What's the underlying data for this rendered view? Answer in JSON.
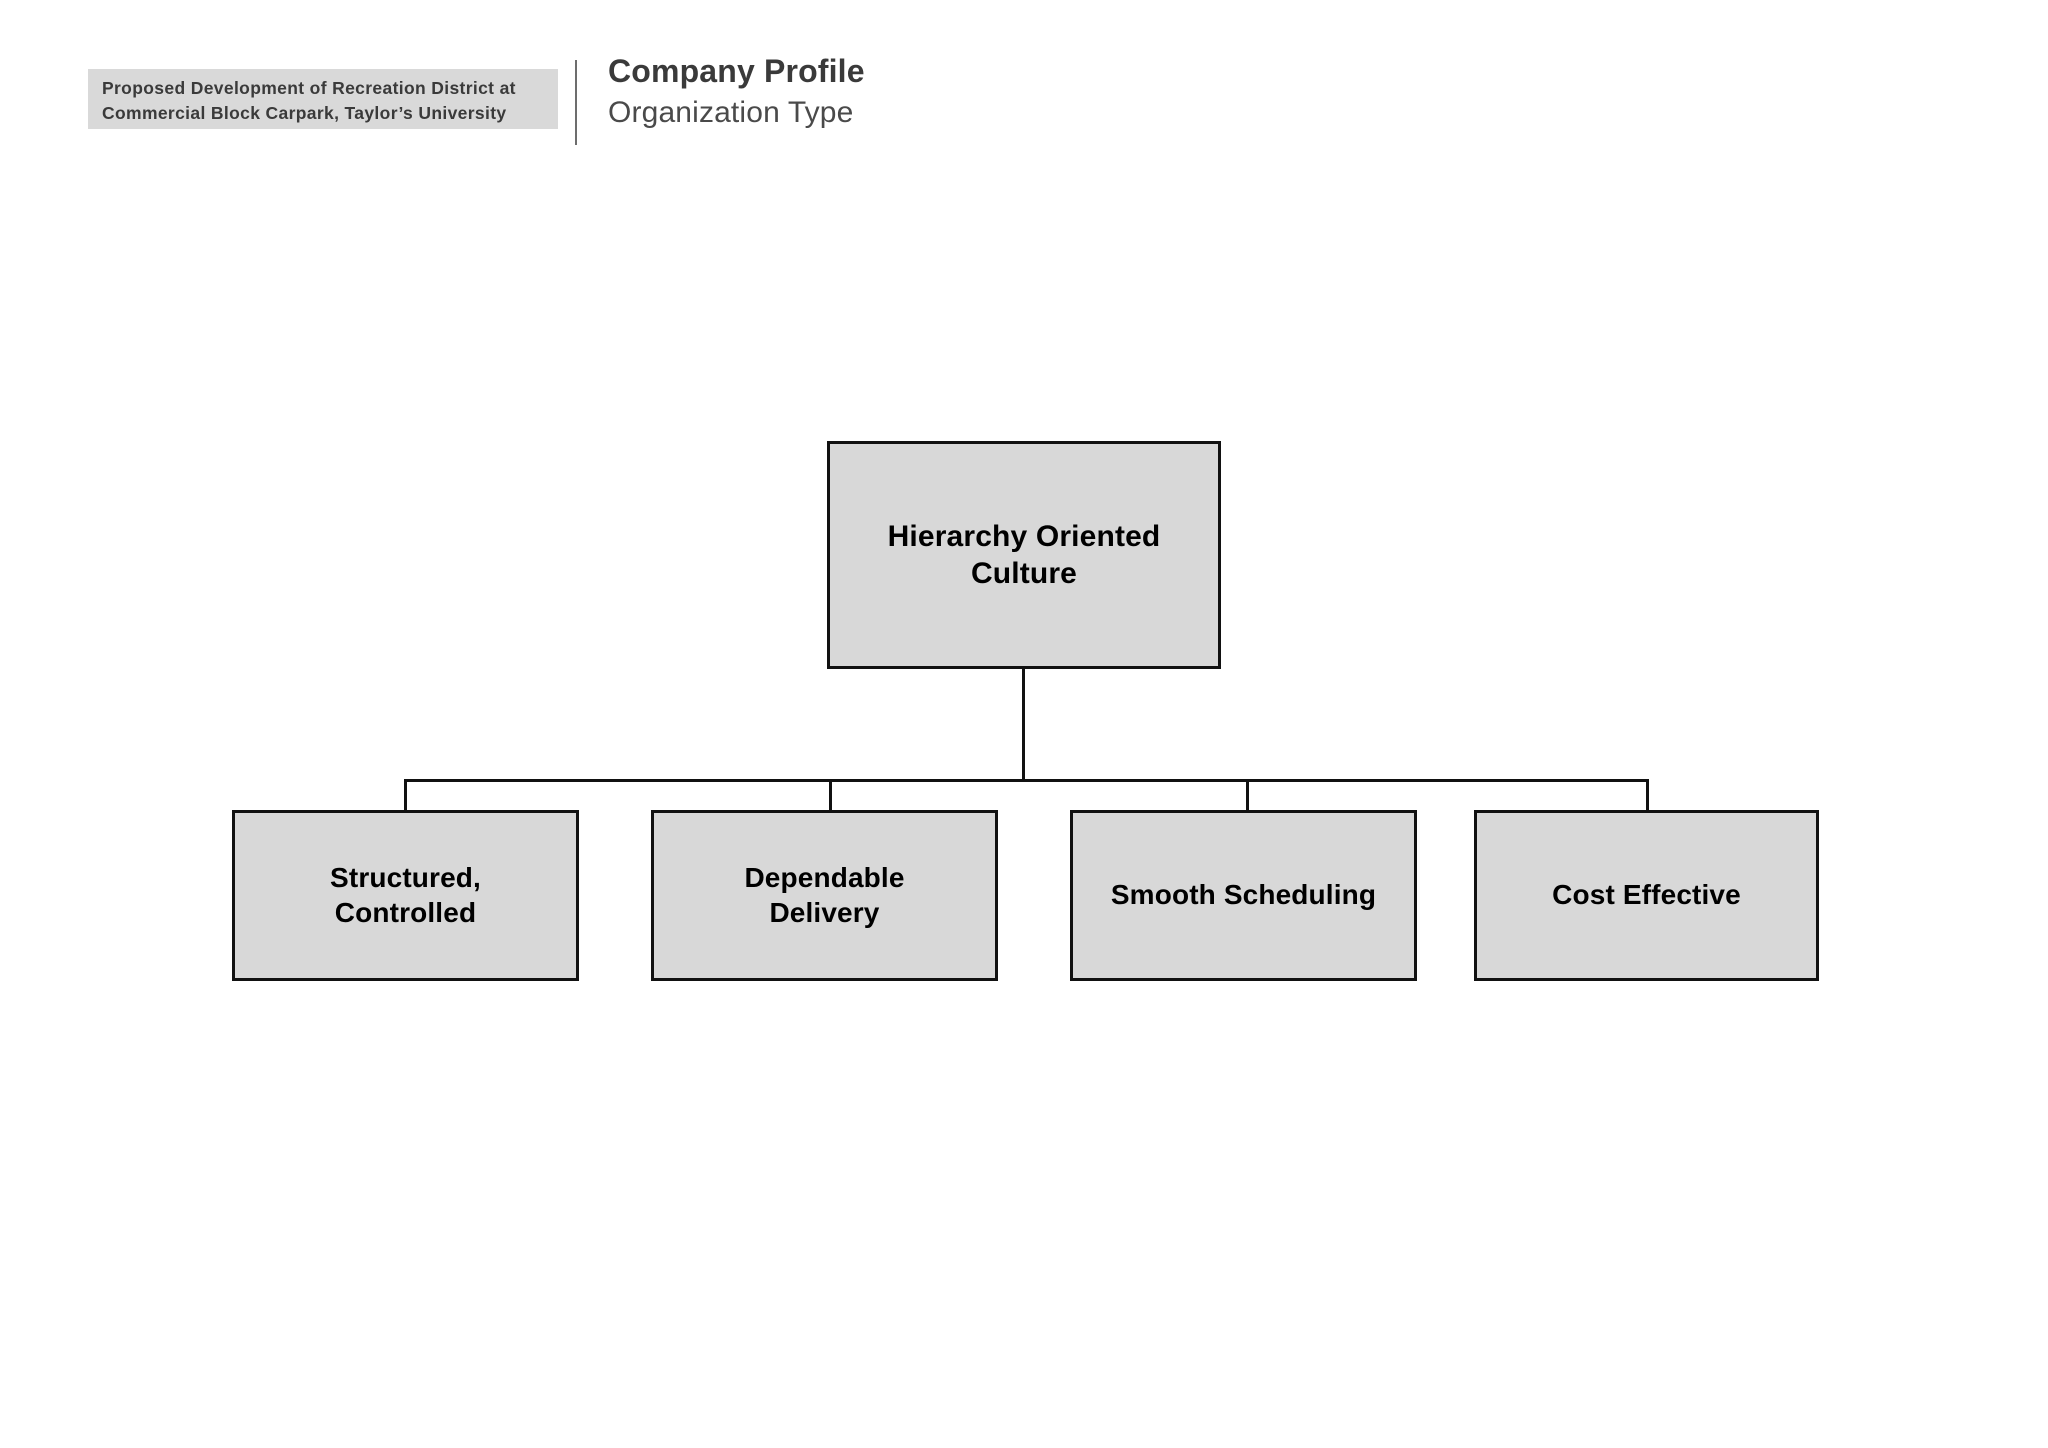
{
  "header": {
    "project_title_line1": "Proposed Development of Recreation District at",
    "project_title_line2": "Commercial Block Carpark, Taylor’s University",
    "section_title": "Company Profile",
    "section_subtitle": "Organization Type"
  },
  "chart_data": {
    "type": "diagram",
    "subtype": "org-chart",
    "title": "Organization Type",
    "orientation": "top-down",
    "node_fill": "#d8d8d8",
    "node_border": "#111111",
    "connector_color": "#111111",
    "root": {
      "id": "root",
      "label": "Hierarchy Oriented\nCulture"
    },
    "children": [
      {
        "id": "child-0",
        "label": "Structured,\nControlled"
      },
      {
        "id": "child-1",
        "label": "Dependable\nDelivery"
      },
      {
        "id": "child-2",
        "label": "Smooth Scheduling"
      },
      {
        "id": "child-3",
        "label": "Cost Effective"
      }
    ]
  }
}
